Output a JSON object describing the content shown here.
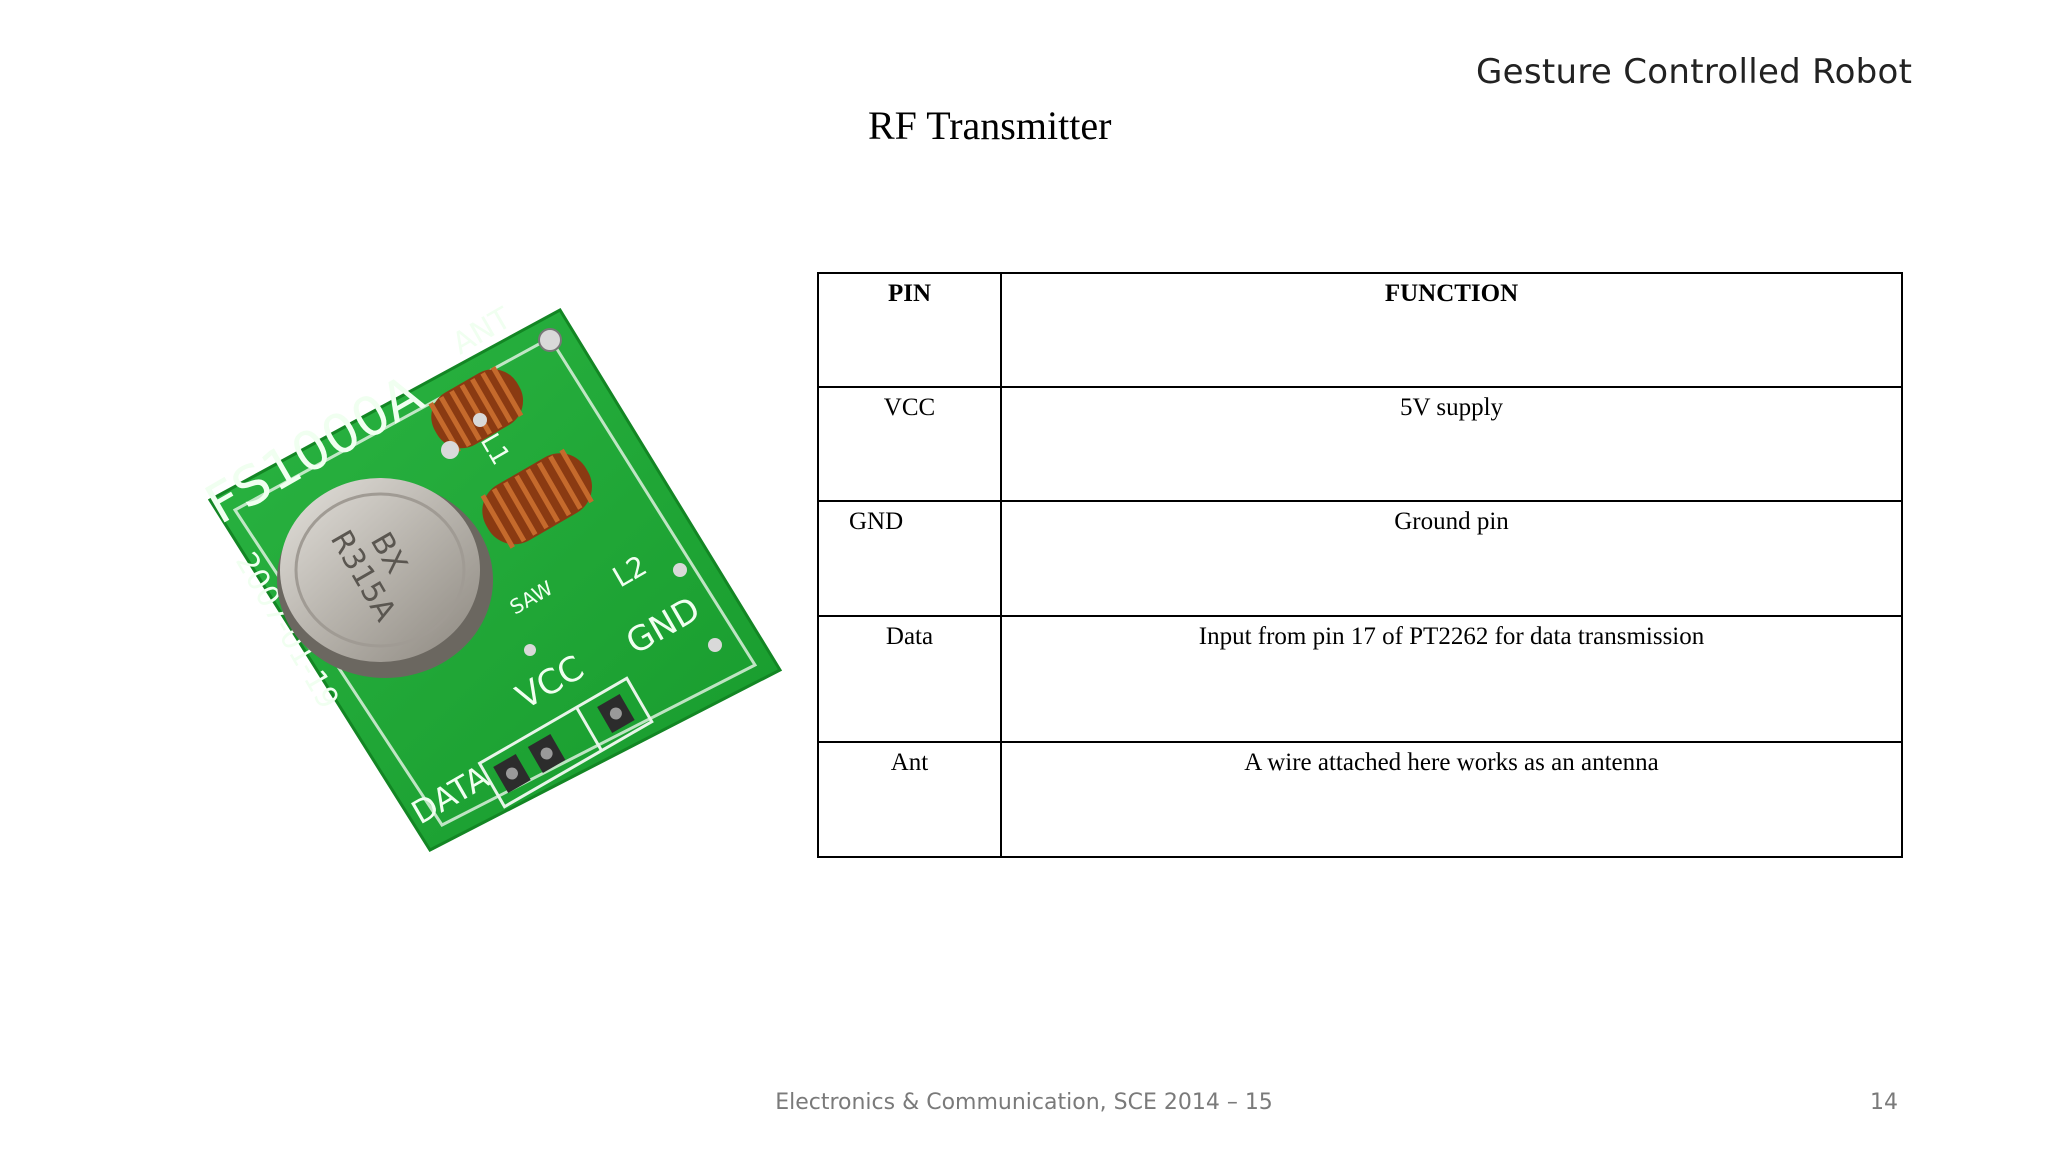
{
  "header": {
    "title": "Gesture Controlled Robot"
  },
  "slide": {
    "title": "RF Transmitter"
  },
  "photo": {
    "board_label": "FS1000A",
    "date_label": "2007-01-19",
    "crystal_label_1": "BX",
    "crystal_label_2": "R315A",
    "pin_ant": "ANT",
    "pin_l1": "L1",
    "pin_l2": "L2",
    "pin_saw": "SAW",
    "pin_vcc": "VCC",
    "pin_gnd": "GND",
    "pin_data": "DATA",
    "pcb_color": "#1fa536",
    "coil_color": "#8a3a12",
    "can_color": "#b8b4ad"
  },
  "table": {
    "headers": {
      "pin": "PIN",
      "function": "FUNCTION"
    },
    "rows": [
      {
        "pin": "VCC",
        "function": "5V supply"
      },
      {
        "pin": "GND",
        "function": "Ground pin"
      },
      {
        "pin": "Data",
        "function": "Input from pin 17 of PT2262 for data transmission"
      },
      {
        "pin": "Ant",
        "function": "A wire attached here works as an antenna"
      }
    ]
  },
  "footer": {
    "text": "Electronics & Communication, SCE  2014 – 15",
    "page_number": "14"
  }
}
